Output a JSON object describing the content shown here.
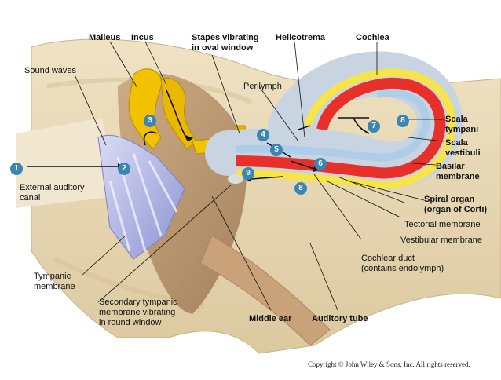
{
  "labels": {
    "malleus": "Malleus",
    "incus": "Incus",
    "stapes": "Stapes vibrating\nin oval window",
    "helicotrema": "Helicotrema",
    "cochlea": "Cochlea",
    "sound_waves": "Sound waves",
    "perilymph": "Perilymph",
    "scala_tympani": "Scala\ntympani",
    "scala_vestibuli": "Scala\nvestibuli",
    "basilar": "Basilar\nmembrane",
    "spiral_organ": "Spiral organ\n(organ of Corti)",
    "tectorial": "Tectorial membrane",
    "vestibular": "Vestibular membrane",
    "cochlear_duct": "Cochlear duct\n(contains endolymph)",
    "ext_auditory": "External auditory\ncanal",
    "tympanic": "Tympanic\nmembrane",
    "secondary_tympanic": "Secondary tympanic\nmembrane vibrating\nin round window",
    "middle_ear": "Middle ear",
    "auditory_tube": "Auditory tube"
  },
  "steps": [
    "1",
    "2",
    "3",
    "4",
    "5",
    "6",
    "7",
    "8",
    "8",
    "9"
  ],
  "copyright": "Copyright © John Wiley & Sons, Inc. All rights reserved.",
  "colors": {
    "badge": "#3a86b0",
    "bone": "#e7d8b8",
    "ossicle": "#f2c200",
    "scala_red": "#e8302a",
    "scala_yellow": "#f7e34a",
    "duct_blue": "#aecde8"
  }
}
